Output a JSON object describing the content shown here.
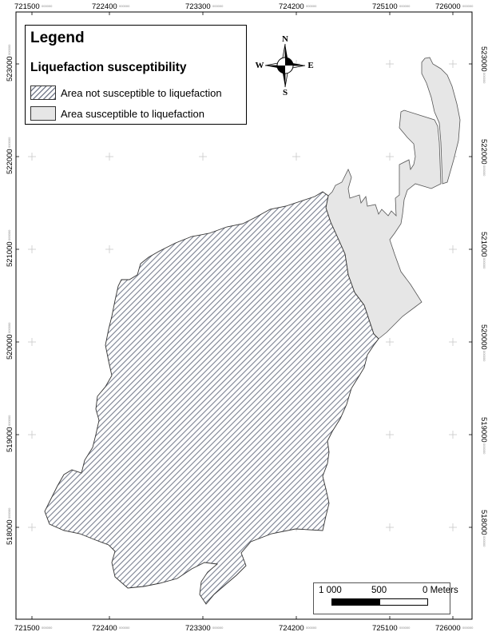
{
  "map": {
    "x_ticks": [
      "721500",
      "722400",
      "723300",
      "724200",
      "725100",
      "726000"
    ],
    "y_ticks": [
      "523000",
      "522000",
      "521000",
      "520000",
      "519000",
      "518000"
    ],
    "tick_suffix": "000000",
    "colors": {
      "hatch_stroke": "#7a8090",
      "susceptible_fill": "#e6e6e6",
      "outline": "#333333",
      "grid_cross": "#c8c8c8",
      "frame": "#000000"
    }
  },
  "legend": {
    "title": "Legend",
    "subtitle": "Liquefaction susceptibility",
    "items": [
      {
        "label": "Area not susceptible to liquefaction",
        "style": "hatched"
      },
      {
        "label": "Area susceptible to liquefaction",
        "style": "solid-gray"
      }
    ]
  },
  "compass": {
    "n": "N",
    "s": "S",
    "e": "E",
    "w": "W"
  },
  "scalebar": {
    "labels": [
      "1 000",
      "500",
      "0 Meters"
    ]
  }
}
